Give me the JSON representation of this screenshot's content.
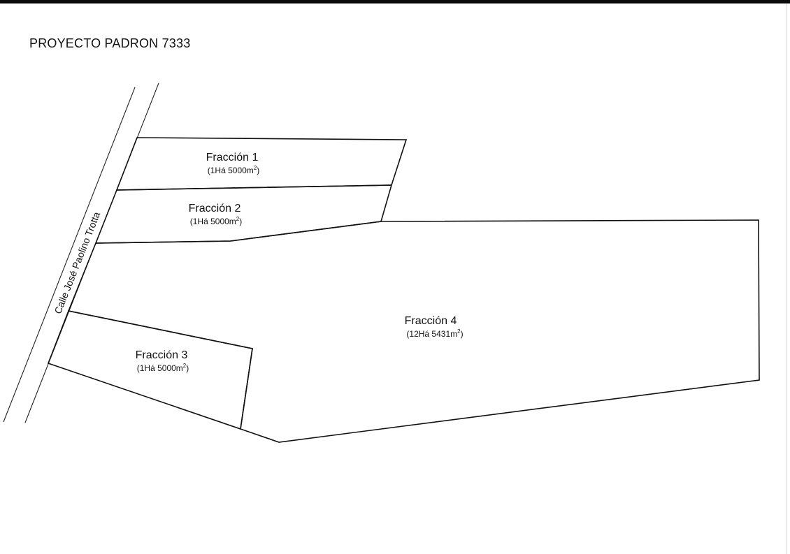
{
  "page": {
    "title": "PROYECTO PADRON 7333"
  },
  "street": {
    "name": "Calle José Paolino Trotta"
  },
  "parcels": [
    {
      "name": "Fracción 1",
      "area_prefix": "(1Há 5000m",
      "area_sup": "2",
      "area_suffix": ")"
    },
    {
      "name": "Fracción 2",
      "area_prefix": "(1Há 5000m",
      "area_sup": "2",
      "area_suffix": ")"
    },
    {
      "name": "Fracción 3",
      "area_prefix": "(1Há 5000m",
      "area_sup": "2",
      "area_suffix": ")"
    },
    {
      "name": "Fracción 4",
      "area_prefix": "(12Há 5431m",
      "area_sup": "2",
      "area_suffix": ")"
    }
  ]
}
